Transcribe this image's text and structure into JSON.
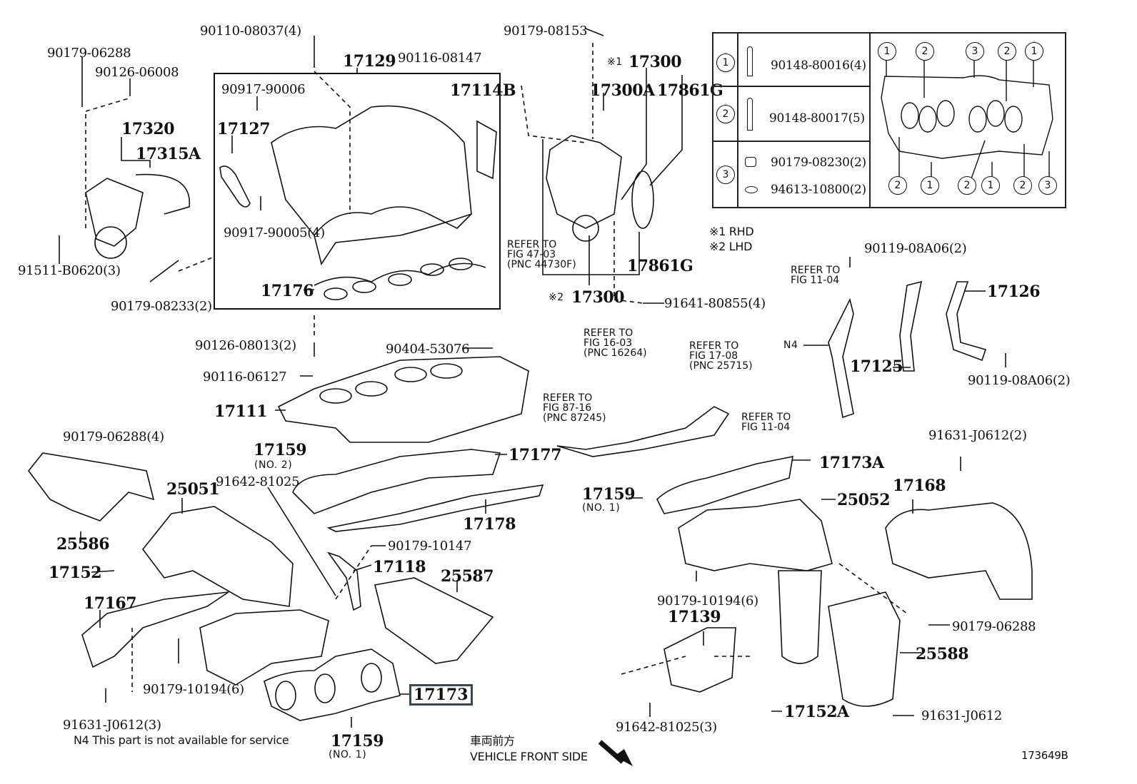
{
  "diagram": {
    "figure_id": "173649B",
    "highlighted_part": "17173",
    "notes": {
      "n4": "N4  This part is not available for service",
      "rhd": "※1  RHD",
      "lhd": "※2  LHD",
      "front_jp": "車両前方",
      "front_en": "VEHICLE FRONT SIDE"
    },
    "labels": {
      "p90179_06288_a": "90179-06288",
      "p90126_06008": "90126-06008",
      "p17320": "17320",
      "p17315A": "17315A",
      "p91511_B0620": "91511-B0620(3)",
      "p90179_08233": "90179-08233(2)",
      "p90110_08037": "90110-08037(4)",
      "p17129": "17129",
      "p90116_08147": "90116-08147",
      "p90917_90006": "90917-90006",
      "p17114B": "17114B",
      "p17127": "17127",
      "p90917_90005": "90917-90005(4)",
      "p17176": "17176",
      "p90179_08153": "90179-08153",
      "p17300_rhd_mark": "※1",
      "p17300_rhd": "17300",
      "p17300A": "17300A",
      "p17861G_a": "17861G",
      "p17861G_b": "17861G",
      "p17300_lhd_mark": "※2",
      "p17300_lhd": "17300",
      "p91641_80855": "91641-80855(4)",
      "p90126_08013": "90126-08013(2)",
      "p90116_06127": "90116-06127",
      "p90404_53076": "90404-53076",
      "p17111": "17111",
      "p90179_06288_4": "90179-06288(4)",
      "p17159_no2": "17159",
      "p17159_no2_sub": "(NO. 2)",
      "p17177": "17177",
      "p91642_81025": "91642-81025",
      "p25051": "25051",
      "p25586": "25586",
      "p17178": "17178",
      "p90179_10147": "90179-10147",
      "p17152": "17152",
      "p17118": "17118",
      "p25587": "25587",
      "p17167": "17167",
      "p90179_10194_a": "90179-10194(6)",
      "p91631_J0612_3": "91631-J0612(3)",
      "p17159_no1_b": "17159",
      "p17159_no1_b_sub": "(NO. 1)",
      "p90119_08A06_a": "90119-08A06(2)",
      "p17126": "17126",
      "p17125": "17125",
      "p90119_08A06_b": "90119-08A06(2)",
      "pN4": "N4",
      "p17173A": "17173A",
      "p17159_no1_a": "17159",
      "p17159_no1_a_sub": "(NO. 1)",
      "p25052": "25052",
      "p91631_J0612_2": "91631-J0612(2)",
      "p17168": "17168",
      "p90179_10194_b": "90179-10194(6)",
      "p17139": "17139",
      "p90179_06288_b": "90179-06288",
      "p25588": "25588",
      "p91642_81025_3": "91642-81025(3)",
      "p17152A": "17152A",
      "p91631_J0612": "91631-J0612"
    },
    "references": [
      {
        "line1": "REFER TO",
        "line2": "FIG 47-03",
        "line3": "(PNC 44730F)"
      },
      {
        "line1": "REFER TO",
        "line2": "FIG 16-03",
        "line3": "(PNC 16264)"
      },
      {
        "line1": "REFER TO",
        "line2": "FIG 87-16",
        "line3": "(PNC 87245)"
      },
      {
        "line1": "REFER TO",
        "line2": "FIG 17-08",
        "line3": "(PNC 25715)"
      },
      {
        "line1": "REFER TO",
        "line2": "FIG 11-04",
        "line3": ""
      },
      {
        "line1": "REFER TO",
        "line2": "FIG 11-04",
        "line3": ""
      }
    ],
    "bolt_table": {
      "rows": [
        {
          "key": "1",
          "parts": [
            "90148-80016(4)"
          ]
        },
        {
          "key": "2",
          "parts": [
            "90148-80017(5)"
          ]
        },
        {
          "key": "3",
          "parts": [
            "90179-08230(2)",
            "94613-10800(2)"
          ]
        }
      ],
      "top_callouts": [
        "1",
        "2",
        "3",
        "2",
        "1"
      ],
      "bottom_callouts": [
        "2",
        "1",
        "2",
        "1",
        "2",
        "3"
      ]
    }
  }
}
